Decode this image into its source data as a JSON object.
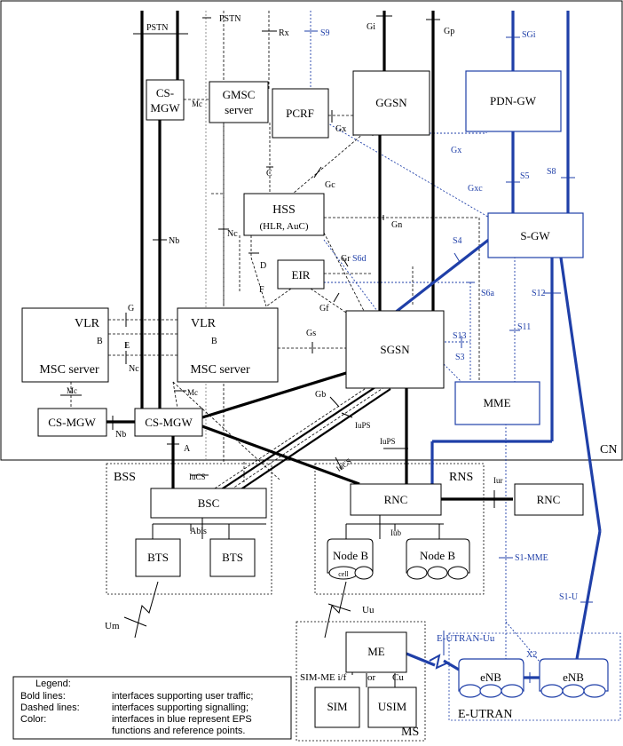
{
  "domains": {
    "cn": "CN",
    "bss": "BSS",
    "rns": "RNS",
    "ms": "MS",
    "eutran": "E-UTRAN"
  },
  "nodes": {
    "cs_mgw_top_l1": "CS-",
    "cs_mgw_top_l2": "MGW",
    "gmsc_l1": "GMSC",
    "gmsc_l2": "server",
    "pcrf": "PCRF",
    "ggsn": "GGSN",
    "pdn_gw": "PDN-GW",
    "hss_l1": "HSS",
    "hss_l2": "(HLR, AuC)",
    "eir": "EIR",
    "s_gw": "S-GW",
    "vlr_left": "VLR",
    "msc_left": "MSC server",
    "vlr_right": "VLR",
    "msc_right": "MSC server",
    "sgsn": "SGSN",
    "mme": "MME",
    "cs_mgw_bl": "CS-MGW",
    "cs_mgw_bm": "CS-MGW",
    "bsc": "BSC",
    "rnc": "RNC",
    "rnc_right": "RNC",
    "bts1": "BTS",
    "bts2": "BTS",
    "nodeb1": "Node B",
    "nodeb2": "Node B",
    "cell": "cell",
    "me": "ME",
    "sim": "SIM",
    "usim": "USIM",
    "enb1": "eNB",
    "enb2": "eNB"
  },
  "interfaces": {
    "pstn1": "PSTN",
    "pstn2": "PSTN",
    "rx": "Rx",
    "s9": "S9",
    "gi": "Gi",
    "gp": "Gp",
    "sgi": "SGi",
    "mc_top": "Mc",
    "gx": "Gx",
    "gx_blue": "Gx",
    "c": "C",
    "gc": "Gc",
    "gxc": "Gxc",
    "s5": "S5",
    "s8": "S8",
    "nb_top": "Nb",
    "nc_top": "Nc",
    "gn": "Gn",
    "s4": "S4",
    "d": "D",
    "gr": "Gr",
    "s6d": "S6d",
    "f": "F",
    "s6a": "S6a",
    "s12": "S12",
    "gf": "Gf",
    "g": "G",
    "b_left": "B",
    "b_right": "B",
    "e": "E",
    "nc_mid": "Nc",
    "gs": "Gs",
    "s13": "S13",
    "s11": "S11",
    "s3": "S3",
    "mc_left": "Mc",
    "mc_right": "Mc",
    "gb": "Gb",
    "iups1": "IuPS",
    "iups2": "IuPS",
    "nb_bottom": "Nb",
    "a": "A",
    "iucs1": "IuCS",
    "iucs2": "IuCS",
    "iur": "Iur",
    "abis": "Abis",
    "iub": "Iub",
    "s1_mme": "S1-MME",
    "s1_u": "S1-U",
    "um": "Um",
    "uu": "Uu",
    "e_utran_uu": "E-UTRAN-Uu",
    "x2": "X2",
    "sim_me": "SIM-ME i/f",
    "or": "or",
    "cu": "Cu"
  },
  "legend": {
    "title": "Legend:",
    "rows": [
      {
        "key": "Bold lines:",
        "desc": "interfaces supporting user traffic;"
      },
      {
        "key": "Dashed lines:",
        "desc": "interfaces supporting signalling;"
      },
      {
        "key": "Color:",
        "desc": "interfaces in blue represent EPS"
      },
      {
        "key": "",
        "desc": "functions and reference points."
      }
    ]
  },
  "colors": {
    "eps_blue": "#1f3fa8",
    "line_black": "#000000"
  }
}
